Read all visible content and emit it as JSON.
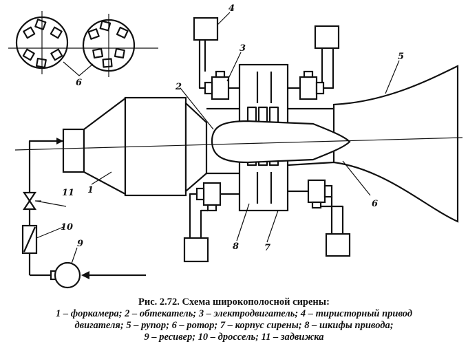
{
  "labels": {
    "n1": "1",
    "n2": "2",
    "n3": "3",
    "n4": "4",
    "n5": "5",
    "n6_top": "6",
    "n6_side": "6",
    "n7": "7",
    "n8": "8",
    "n9": "9",
    "n10": "10",
    "n11": "11"
  },
  "caption": {
    "title": "Рис. 2.72. Схема широкополосной сирены:",
    "lines": [
      "1 – форкамера; 2 – обтекатель; 3 – электродвигатель; 4 – тиристорный привод",
      "двигателя; 5 – рупор; 6 – ротор; 7 – корпус сирены; 8 – шкифы привода;",
      "9 – ресивер; 10 – дроссель; 11 – задвижка"
    ]
  }
}
